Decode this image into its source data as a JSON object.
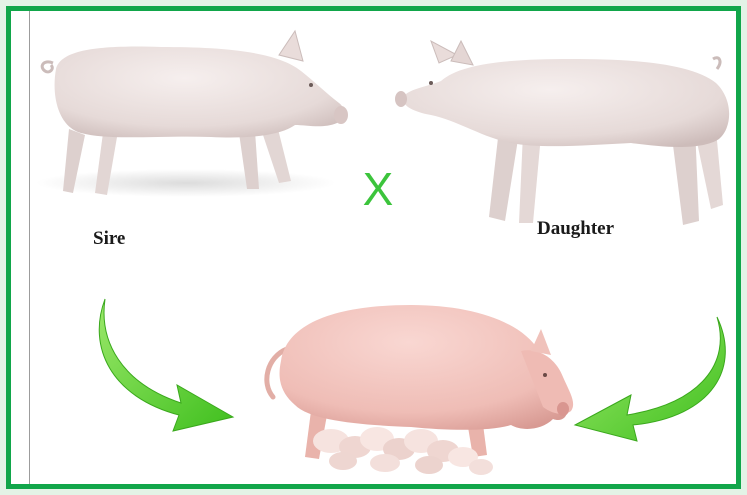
{
  "labels": {
    "sire": "Sire",
    "daughter": "Daughter",
    "cross_symbol": "X"
  },
  "colors": {
    "frame_border": "#11a64a",
    "page_background": "#e3f3e6",
    "cross_symbol": "#3cc43c",
    "arrow_fill": "#6cd43a",
    "pig_body": "#eee3e2",
    "sow_body": "#f2c5bf"
  },
  "icons": {
    "sire": "pig-icon",
    "daughter": "pig-icon",
    "offspring": "sow-with-piglets-icon",
    "arrows": "curved-arrow-icon"
  }
}
